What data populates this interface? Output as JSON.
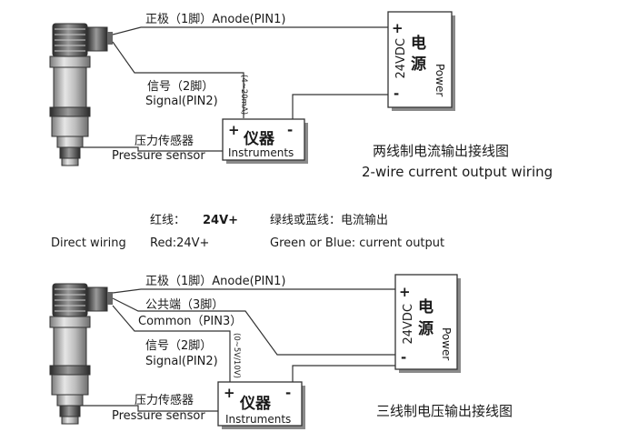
{
  "two_wire": {
    "anode_label": "正极（1脚）Anode(PIN1)",
    "signal_cn": "信号（2脚）",
    "signal_en": "Signal(PIN2)",
    "range_label": "(4~20mA)",
    "sensor_cn": "压力传感器",
    "sensor_en": "Pressure sensor",
    "instrument_plus": "+",
    "instrument_minus": "-",
    "instrument_cn": "仪器",
    "instrument_en": "Instruments",
    "power_plus": "+",
    "power_voltage": "24VDC",
    "power_minus": "-",
    "power_cn_1": "电",
    "power_cn_2": "源",
    "power_en": "Power",
    "title_cn": "两线制电流输出接线图",
    "title_en": "2-wire current output wiring"
  },
  "direct_wiring": {
    "red_cn": "红线：",
    "red_value": "24V+",
    "green_cn": "绿线或蓝线：电流输出",
    "label": "Direct wiring",
    "red_en": "Red:24V+",
    "green_en": "Green or Blue: current output"
  },
  "three_wire": {
    "anode_label": "正极（1脚）Anode(PIN1)",
    "common_cn": "公共端（3脚）",
    "common_en": "Common（PIN3）",
    "signal_cn": "信号（2脚）",
    "signal_en": "Signal(PIN2)",
    "range_label": "(0~5V/10V)",
    "sensor_cn": "压力传感器",
    "sensor_en": "Pressure sensor",
    "instrument_plus": "+",
    "instrument_minus": "-",
    "instrument_cn": "仪器",
    "instrument_en": "Instruments",
    "power_plus": "+",
    "power_voltage": "24VDC",
    "power_minus": "-",
    "power_cn_1": "电",
    "power_cn_2": "源",
    "power_en": "Power",
    "title_cn": "三线制电压输出接线图"
  },
  "colors": {
    "ink": "#1a1a1a",
    "sensor_body": "#c9c9c9",
    "shadow": "#8a8a8a"
  }
}
